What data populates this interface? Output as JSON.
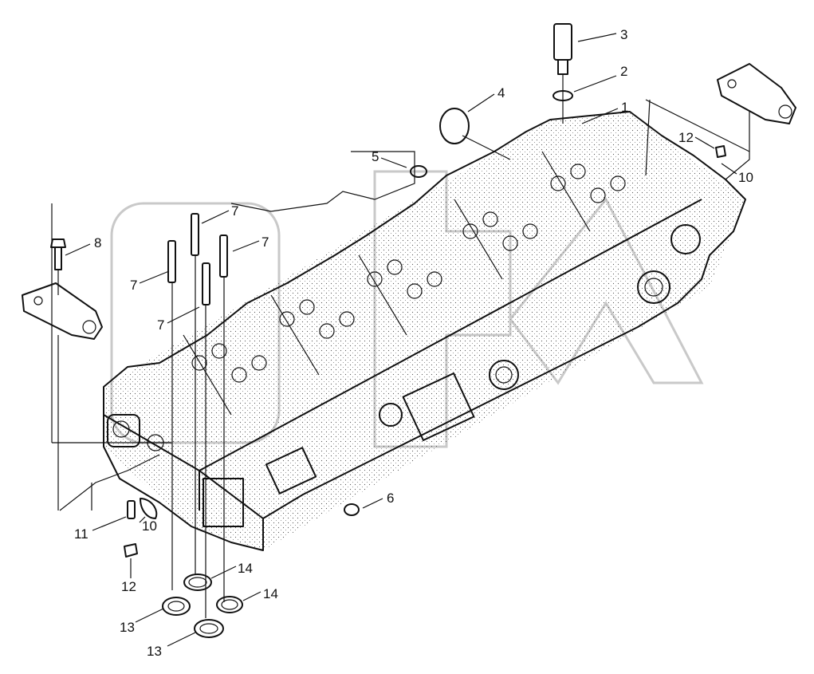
{
  "diagram": {
    "callouts": [
      {
        "id": "c1",
        "label": "1"
      },
      {
        "id": "c2",
        "label": "2"
      },
      {
        "id": "c3",
        "label": "3"
      },
      {
        "id": "c4",
        "label": "4"
      },
      {
        "id": "c5",
        "label": "5"
      },
      {
        "id": "c6",
        "label": "6"
      },
      {
        "id": "c7a",
        "label": "7"
      },
      {
        "id": "c7b",
        "label": "7"
      },
      {
        "id": "c7c",
        "label": "7"
      },
      {
        "id": "c7d",
        "label": "7"
      },
      {
        "id": "c8",
        "label": "8"
      },
      {
        "id": "c10a",
        "label": "10"
      },
      {
        "id": "c10b",
        "label": "10"
      },
      {
        "id": "c11",
        "label": "11"
      },
      {
        "id": "c12a",
        "label": "12"
      },
      {
        "id": "c12b",
        "label": "12"
      },
      {
        "id": "c13a",
        "label": "13"
      },
      {
        "id": "c13b",
        "label": "13"
      },
      {
        "id": "c14a",
        "label": "14"
      },
      {
        "id": "c14b",
        "label": "14"
      }
    ]
  }
}
